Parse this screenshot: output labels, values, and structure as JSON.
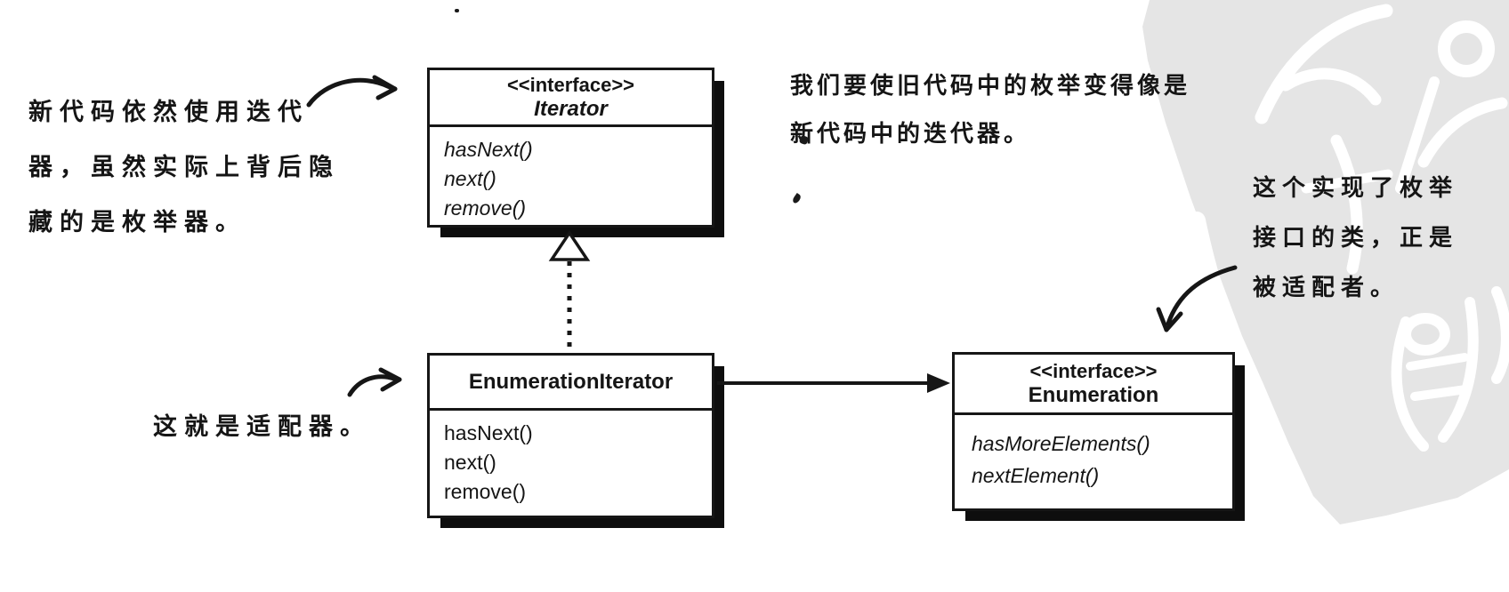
{
  "diagram": {
    "classes": [
      {
        "id": "iterator",
        "stereotype": "<<interface>>",
        "name": "Iterator",
        "methods": [
          "hasNext()",
          "next()",
          "remove()"
        ]
      },
      {
        "id": "enumeration-iterator",
        "stereotype": "",
        "name": "EnumerationIterator",
        "methods": [
          "hasNext()",
          "next()",
          "remove()"
        ]
      },
      {
        "id": "enumeration",
        "stereotype": "<<interface>>",
        "name": "Enumeration",
        "methods": [
          "hasMoreElements()",
          "nextElement()"
        ]
      }
    ],
    "relations": [
      {
        "type": "implements",
        "from": "EnumerationIterator",
        "to": "Iterator",
        "style": "dotted-line-hollow-triangle"
      },
      {
        "type": "association",
        "from": "EnumerationIterator",
        "to": "Enumeration",
        "style": "solid-line-filled-arrow"
      }
    ]
  },
  "annotations": {
    "left_top": {
      "line1": "新代码依然使用迭代",
      "line2": "器，虽然实际上背后隐",
      "line3": "藏的是枚举器。"
    },
    "top_middle": {
      "line1": "我们要使旧代码中的枚举变得像是",
      "line2": "新代码中的迭代器。"
    },
    "right": {
      "line1": "这个实现了枚举",
      "line2": "接口的类，正是",
      "line3": "被适配者。"
    },
    "bottom_left": {
      "line1": "这就是适配器。"
    }
  },
  "colors": {
    "ink": "#151515",
    "paper": "#ffffff",
    "watermark_gray": "#e5e5e5",
    "box_shadow": "#0e0e0e"
  }
}
